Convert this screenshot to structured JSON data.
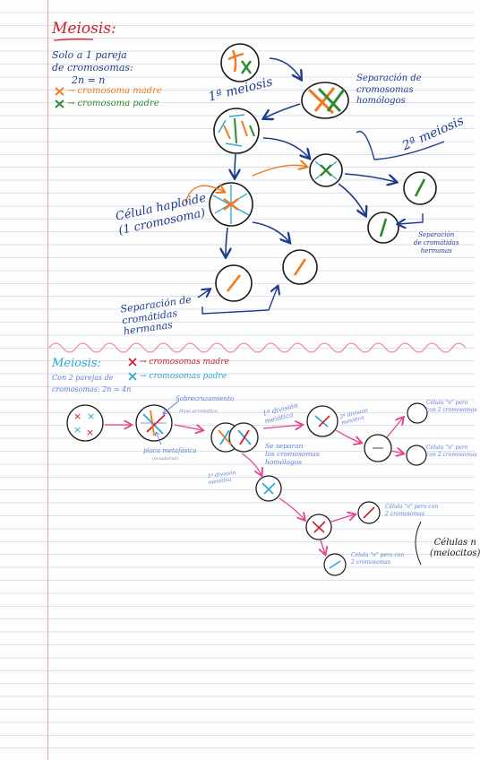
{
  "colors": {
    "navy": "#1f3b8c",
    "red": "#d21b2a",
    "orange": "#f07a1c",
    "green": "#2c8a2e",
    "cyan": "#2aa6d6",
    "pink": "#e6418f",
    "blue_label": "#5b7fd6",
    "separator": "#f08aa0",
    "cell_stroke": "#1a1a1a"
  },
  "top": {
    "title": "Meiosis:",
    "intro_line1": "Solo a 1 pareja",
    "intro_line2": "de cromosomas:",
    "formula": "2n = n",
    "legend_mother": "→ cromosoma madre",
    "legend_father": "→ cromosoma padre",
    "label_meiosis1": "1ª meiosis",
    "label_homologos": "Separación de\ncromosomas\nhomólogos",
    "label_meiosis2": "2ª meiosis",
    "label_haploide": "Célula haploide\n(1 cromosoma)",
    "label_cromatidas_top": "Separación\nde cromátidas\nhermanas",
    "label_cromatidas_bottom": "Separación de\ncromátidas\nhermanas"
  },
  "bottom": {
    "title": "Meiosis:",
    "intro_line1": "Con 2 parejas de",
    "intro_line2": "cromosomas: 2n = 4n",
    "legend_mother": "→ cromosomas madre",
    "legend_father": "→ cromosomas padre",
    "label_sobrecruzamiento": "Sobrecruzamiento",
    "label_huso": "Huso acromático",
    "label_placa": "placa metafásica",
    "label_ecuatorial": "(ecuatorial)",
    "label_division1": "1ª división\nmeiótica",
    "label_division2": "2ª división\nmeiótica",
    "label_homologos": "Se separan\nlos cromosomas\nhomólogos",
    "label_division1_low": "1ª división\nmeiótica",
    "label_celula1": "Célula \"n\" pero\ncon 2 cromosomas",
    "label_celula2": "Célula \"n\" pero\ncon 2 cromosomas",
    "label_celula3": "Célula \"n\" pero con\n2 cromosomas",
    "label_celula4": "Célula \"n\" pero con\n2 cromosomas",
    "label_celulas_n": "Células n\n(meiocitos)"
  }
}
